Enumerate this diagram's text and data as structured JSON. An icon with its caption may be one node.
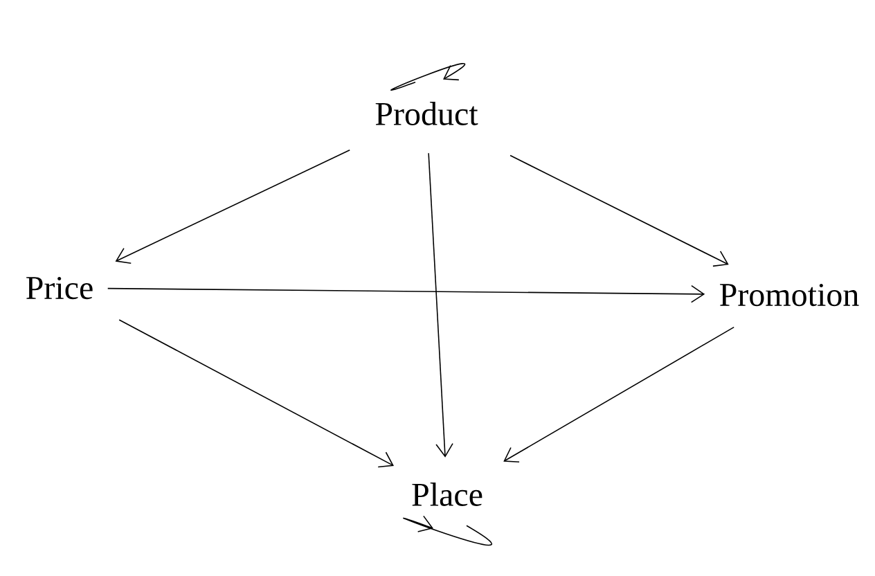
{
  "diagram": {
    "nodes": [
      {
        "text": [
          "Product"
        ]
      },
      {
        "text": [
          "Price"
        ]
      },
      {
        "text": [
          "Promotion"
        ]
      },
      {
        "text": [
          "Place"
        ]
      }
    ],
    "edges": [
      {
        "from": 0,
        "to": 0,
        "arrow": "to"
      },
      {
        "from": 0,
        "to": 1,
        "arrow": "to"
      },
      {
        "from": 0,
        "to": 2,
        "arrow": "to"
      },
      {
        "from": 0,
        "to": 3,
        "arrow": "to"
      },
      {
        "from": 1,
        "to": 2,
        "arrow": "to"
      },
      {
        "from": 1,
        "to": 3,
        "arrow": "to"
      },
      {
        "from": 2,
        "to": 3,
        "arrow": "to"
      },
      {
        "from": 3,
        "to": 3,
        "arrow": "to"
      }
    ]
  }
}
